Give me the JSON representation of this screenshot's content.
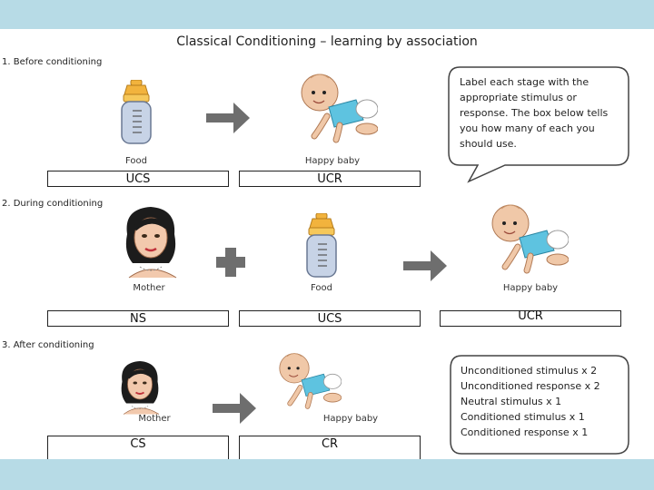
{
  "title": "Classical Conditioning – learning by association",
  "sections": {
    "before": "1.  Before conditioning",
    "during": "2.  During conditioning",
    "after": "3.  After conditioning"
  },
  "captions": {
    "s1_food": "Food",
    "s1_baby": "Happy baby",
    "s2_mother": "Mother",
    "s2_food": "Food",
    "s2_baby": "Happy baby",
    "s3_mother": "Mother",
    "s3_baby": "Happy baby"
  },
  "labels": {
    "s1_box1": "UCS",
    "s1_box2": "UCR",
    "s2_box1": "NS",
    "s2_box2": "UCS",
    "s2_box3": "UCR",
    "s3_box1": "CS",
    "s3_box2": "CR"
  },
  "callout_top": {
    "lines": [
      "Label each stage with the",
      "appropriate stimulus or",
      "response.  The box below tells",
      "you how many of each you",
      "should use."
    ]
  },
  "callout_bottom": {
    "lines": [
      "Unconditioned stimulus x 2",
      "Unconditioned response x 2",
      "Neutral stimulus x 1",
      "Conditioned stimulus x 1",
      "Conditioned response x 1"
    ]
  },
  "colors": {
    "band": "#b7dbe6",
    "arrow": "#6e6e6e",
    "bottle_cap": "#f2b33d",
    "bottle_body": "#c7d3e6",
    "baby_skin": "#f0c8a8",
    "baby_shirt": "#5ec3e0"
  }
}
